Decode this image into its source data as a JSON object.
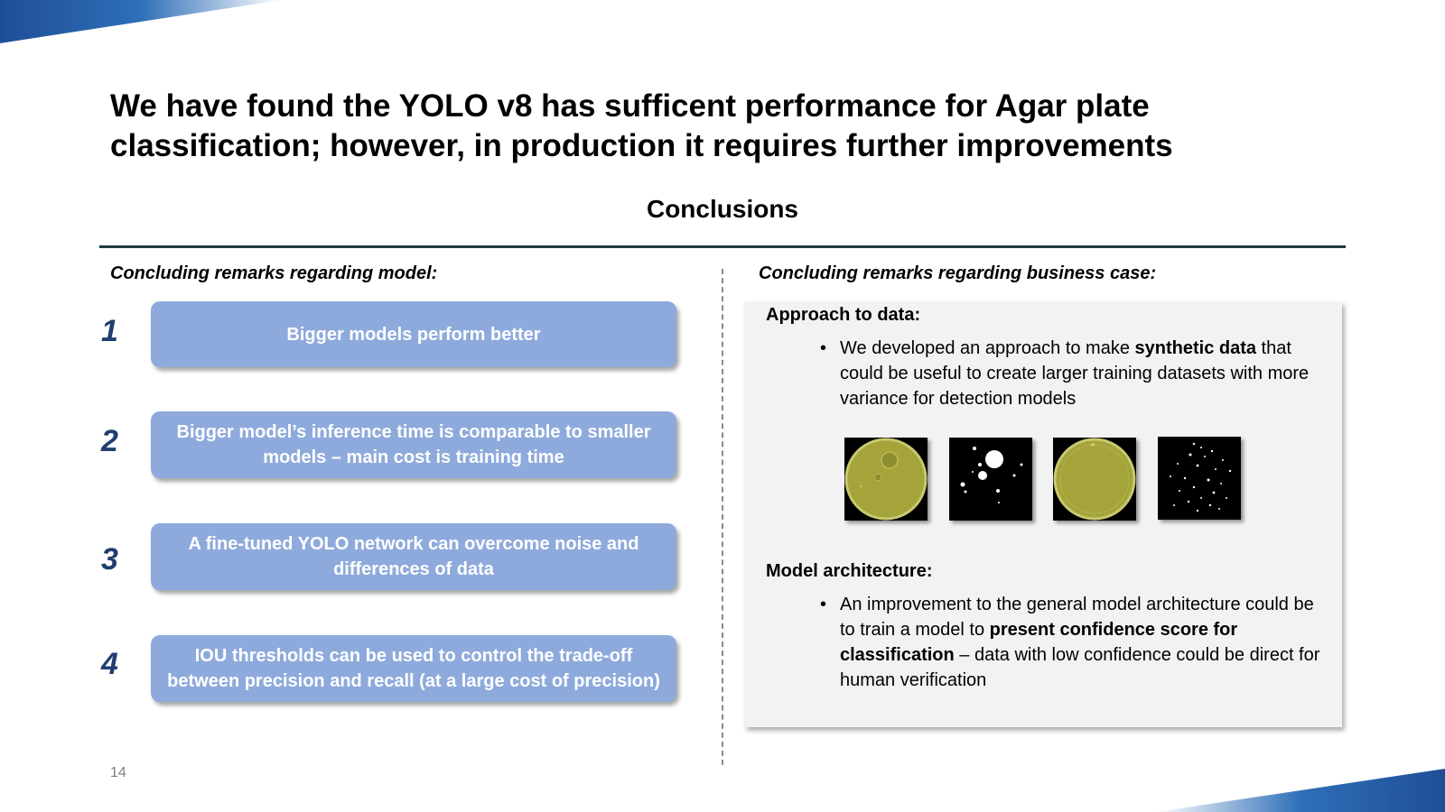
{
  "title": {
    "line1": "We have found the YOLO v8 has sufficent performance for Agar plate",
    "line2": "classification; however, in production it requires further improvements"
  },
  "subtitle": "Conclusions",
  "left": {
    "heading": "Concluding remarks regarding model:",
    "items": [
      {
        "number": "1",
        "text": "Bigger models perform better"
      },
      {
        "number": "2",
        "text": "Bigger model’s inference time is comparable to smaller models – main cost is training time"
      },
      {
        "number": "3",
        "text": "A fine-tuned YOLO network can overcome noise and differences of data"
      },
      {
        "number": "4",
        "text": "IOU thresholds can be used to control the trade-off between precision and recall (at a large cost of precision)"
      }
    ]
  },
  "right": {
    "heading": "Concluding remarks regarding business case:",
    "approach": {
      "heading": "Approach to data:",
      "bullet": "•",
      "text_before": "We developed an approach to make ",
      "text_bold": "synthetic data",
      "text_after": " that could be useful to create larger training datasets with more variance for detection models"
    },
    "architecture": {
      "heading": "Model architecture:",
      "bullet": "•",
      "text_before": "An improvement to the general model architecture could be to train a model to ",
      "text_bold": "present confidence score for classification",
      "text_after": " – data with low confidence could be direct for human verification"
    }
  },
  "page_number": "14",
  "colors": {
    "pill": "#8eaadc",
    "number": "#1f3f6e",
    "accent_blue": "#1f4e96",
    "plate": "#a4a43a"
  }
}
